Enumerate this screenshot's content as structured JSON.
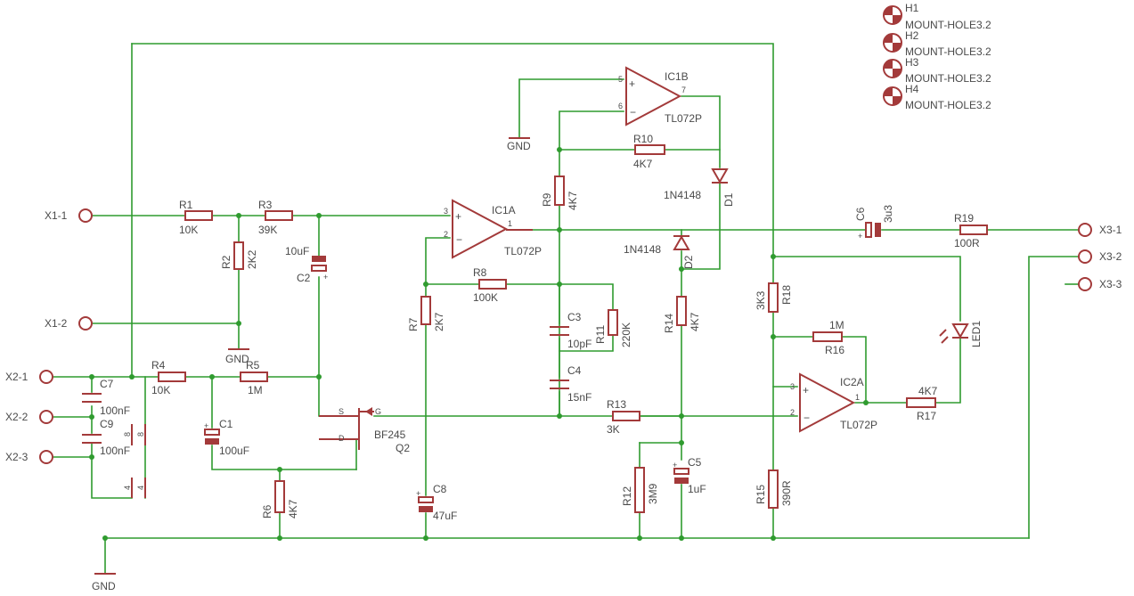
{
  "ports": {
    "x1_1": "X1-1",
    "x1_2": "X1-2",
    "x2_1": "X2-1",
    "x2_2": "X2-2",
    "x2_3": "X2-3",
    "x3_1": "X3-1",
    "x3_2": "X3-2",
    "x3_3": "X3-3"
  },
  "mount_holes": [
    {
      "name": "H1",
      "value": "MOUNT-HOLE3.2"
    },
    {
      "name": "H2",
      "value": "MOUNT-HOLE3.2"
    },
    {
      "name": "H3",
      "value": "MOUNT-HOLE3.2"
    },
    {
      "name": "H4",
      "value": "MOUNT-HOLE3.2"
    }
  ],
  "resistors": {
    "R1": {
      "name": "R1",
      "value": "10K"
    },
    "R2": {
      "name": "R2",
      "value": "2K2"
    },
    "R3": {
      "name": "R3",
      "value": "39K"
    },
    "R4": {
      "name": "R4",
      "value": "10K"
    },
    "R5": {
      "name": "R5",
      "value": "1M"
    },
    "R6": {
      "name": "R6",
      "value": "4K7"
    },
    "R7": {
      "name": "R7",
      "value": "2K7"
    },
    "R8": {
      "name": "R8",
      "value": "100K"
    },
    "R9": {
      "name": "R9",
      "value": "4K7"
    },
    "R10": {
      "name": "R10",
      "value": "4K7"
    },
    "R11": {
      "name": "R11",
      "value": "220K"
    },
    "R12": {
      "name": "R12",
      "value": "3M9"
    },
    "R13": {
      "name": "R13",
      "value": "3K"
    },
    "R14": {
      "name": "R14",
      "value": "4K7"
    },
    "R15": {
      "name": "R15",
      "value": "390R"
    },
    "R16": {
      "name": "R16",
      "value": "1M"
    },
    "R17": {
      "name": "R17",
      "value": "4K7"
    },
    "R18": {
      "name": "R18",
      "value": "3K3"
    },
    "R19": {
      "name": "R19",
      "value": "100R"
    }
  },
  "capacitors": {
    "C1": {
      "name": "C1",
      "value": "100uF"
    },
    "C2": {
      "name": "C2",
      "value": "10uF"
    },
    "C3": {
      "name": "C3",
      "value": "10pF"
    },
    "C4": {
      "name": "C4",
      "value": "15nF"
    },
    "C5": {
      "name": "C5",
      "value": "1uF"
    },
    "C6": {
      "name": "C6",
      "value": "3u3"
    },
    "C7": {
      "name": "C7",
      "value": "100nF"
    },
    "C8": {
      "name": "C8",
      "value": "47uF"
    },
    "C9": {
      "name": "C9",
      "value": "100nF"
    }
  },
  "opamps": {
    "IC1A": {
      "name": "IC1A",
      "type": "TL072P"
    },
    "IC1B": {
      "name": "IC1B",
      "type": "TL072P"
    },
    "IC2A": {
      "name": "IC2A",
      "type": "TL072P"
    }
  },
  "diodes": {
    "D1": {
      "name": "D1",
      "type": "1N4148"
    },
    "D2": {
      "name": "D2",
      "type": "1N4148"
    },
    "LED1": {
      "name": "LED1"
    }
  },
  "transistor": {
    "name": "Q2",
    "type": "BF245",
    "pins": {
      "s": "S",
      "g": "G",
      "d": "D"
    }
  },
  "pins": {
    "p1": "1",
    "p2": "2",
    "p3": "3",
    "p4": "4",
    "p5": "5",
    "p6": "6",
    "p7": "7",
    "p8": "8",
    "plus": "+",
    "minus": "−"
  },
  "gnd_label": "GND",
  "colors": {
    "wire": "#2f9b2f",
    "component": "#a33a3a",
    "label": "#4a4a4a"
  }
}
